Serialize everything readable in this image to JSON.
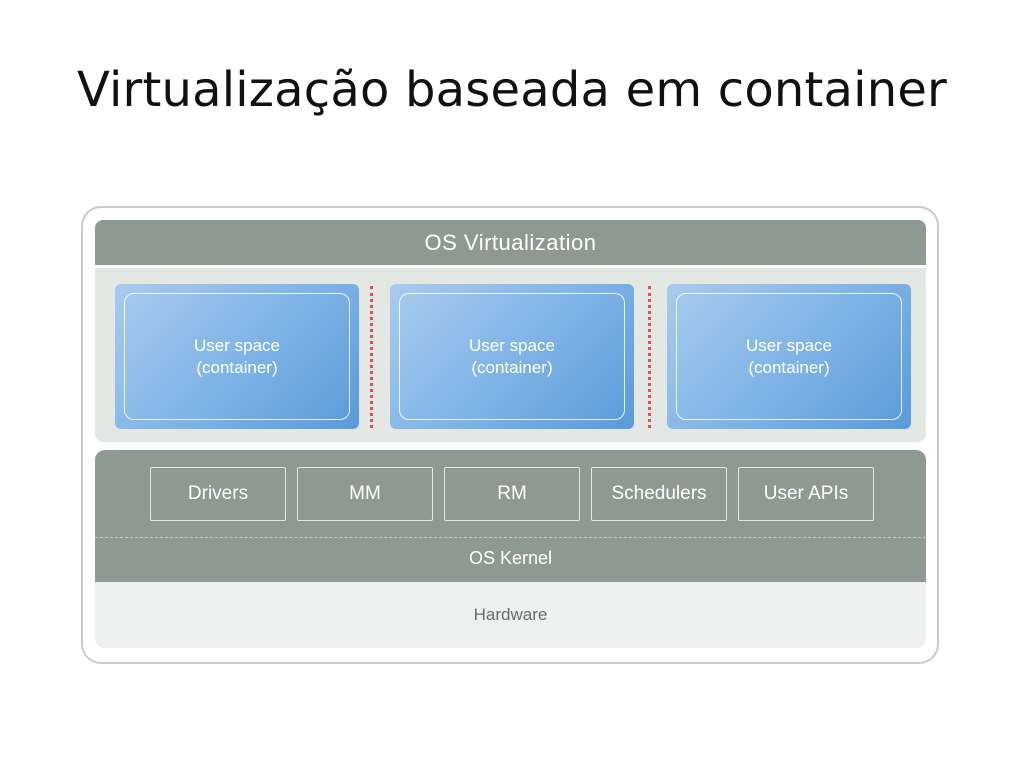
{
  "slide": {
    "title": "Virtualização baseada em container"
  },
  "diagram": {
    "top_band": "OS Virtualization",
    "containers": [
      {
        "line1": "User space",
        "line2": "(container)"
      },
      {
        "line1": "User space",
        "line2": "(container)"
      },
      {
        "line1": "User space",
        "line2": "(container)"
      }
    ],
    "kernel_modules": [
      "Drivers",
      "MM",
      "RM",
      "Schedulers",
      "User APIs"
    ],
    "kernel_label": "OS Kernel",
    "hardware_label": "Hardware"
  }
}
